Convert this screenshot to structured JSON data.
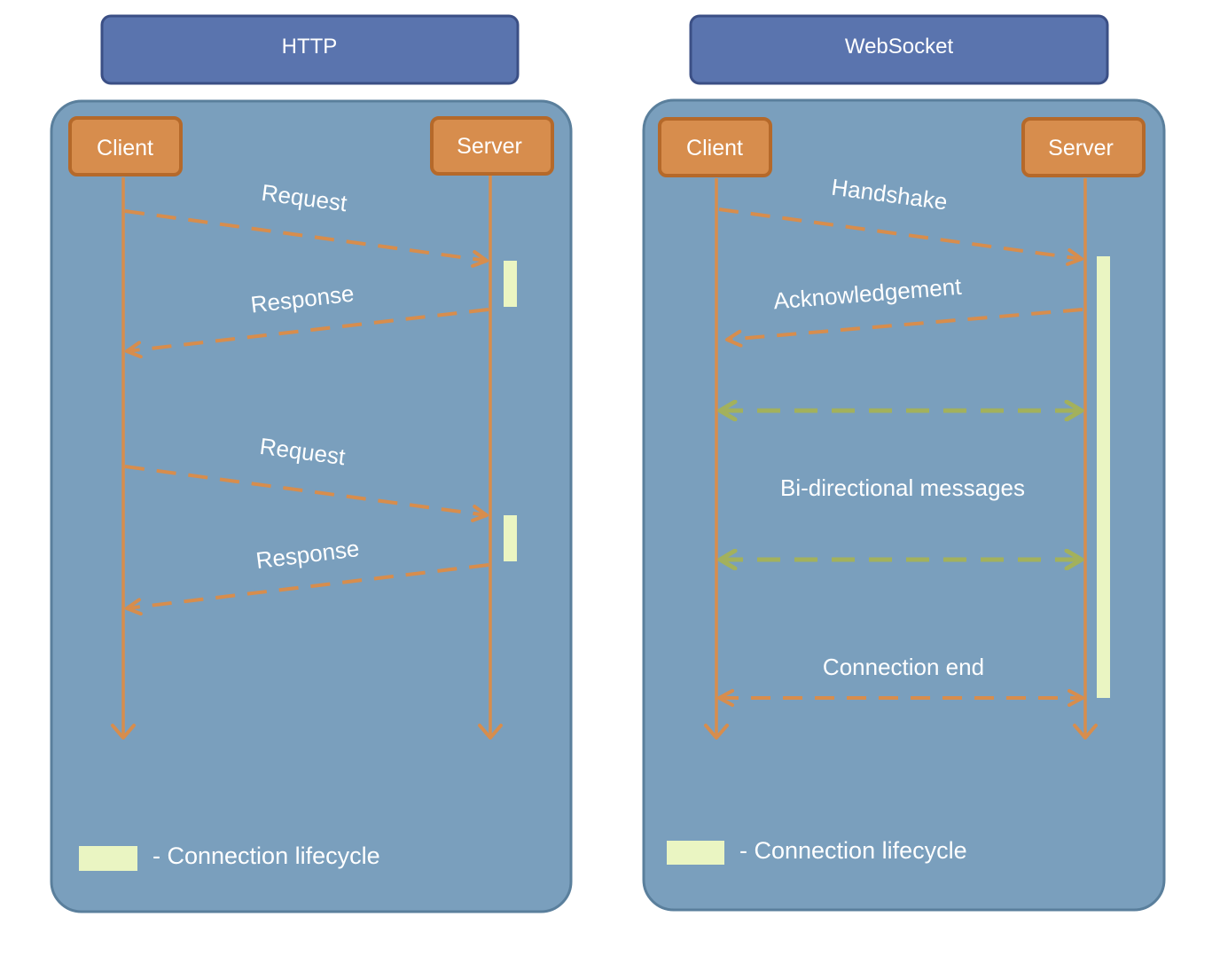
{
  "colors": {
    "header_fill": "#5a74ae",
    "header_stroke": "#3b4f85",
    "panel_fill": "#7a9fbd",
    "panel_stroke": "#5a7f9c",
    "actor_fill": "#d78d4d",
    "actor_stroke": "#b5692a",
    "lifeline": "#d78d4d",
    "message_arrow": "#d78d4d",
    "bidirectional_arrow": "#a3b15c",
    "lifecycle_bar": "#eaf5c2"
  },
  "http": {
    "title": "HTTP",
    "client_label": "Client",
    "server_label": "Server",
    "request_1": "Request",
    "response_1": "Response",
    "request_2": "Request",
    "response_2": "Response",
    "legend": "- Connection lifecycle"
  },
  "websocket": {
    "title": "WebSocket",
    "client_label": "Client",
    "server_label": "Server",
    "handshake": "Handshake",
    "acknowledgement": "Acknowledgement",
    "bidirectional": "Bi-directional messages",
    "connection_end": "Connection end",
    "legend": "- Connection lifecycle"
  }
}
